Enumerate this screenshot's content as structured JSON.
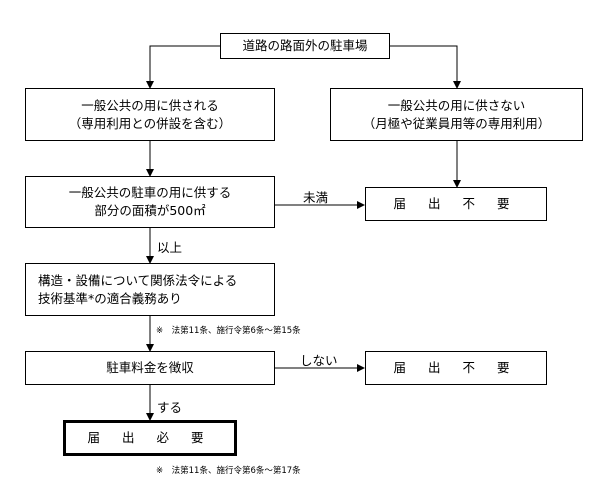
{
  "boxes": {
    "top": "道路の路面外の駐車場",
    "public_line1": "一般公共の用に供される",
    "public_line2": "（専用利用との併設を含む）",
    "nonpublic_line1": "一般公共の用に供さない",
    "nonpublic_line2": "（月極や従業員用等の専用利用）",
    "area_line1": "一般公共の駐車の用に供する",
    "area_line2": "部分の面積が500㎡",
    "structure_line1": "構造・設備について関係法令による",
    "structure_line2": "技術基準*の適合義務あり",
    "fee": "駐車料金を徴収",
    "not_required_1": "届 出 不 要",
    "not_required_2": "届 出 不 要",
    "required": "届 出 必 要"
  },
  "labels": {
    "less_than": "未満",
    "or_more": "以上",
    "does_not": "しない",
    "does": "する"
  },
  "notes": {
    "note1": "※　法第11条、施行令第6条～第15条",
    "note2": "※　法第11条、施行令第6条～第17条"
  }
}
